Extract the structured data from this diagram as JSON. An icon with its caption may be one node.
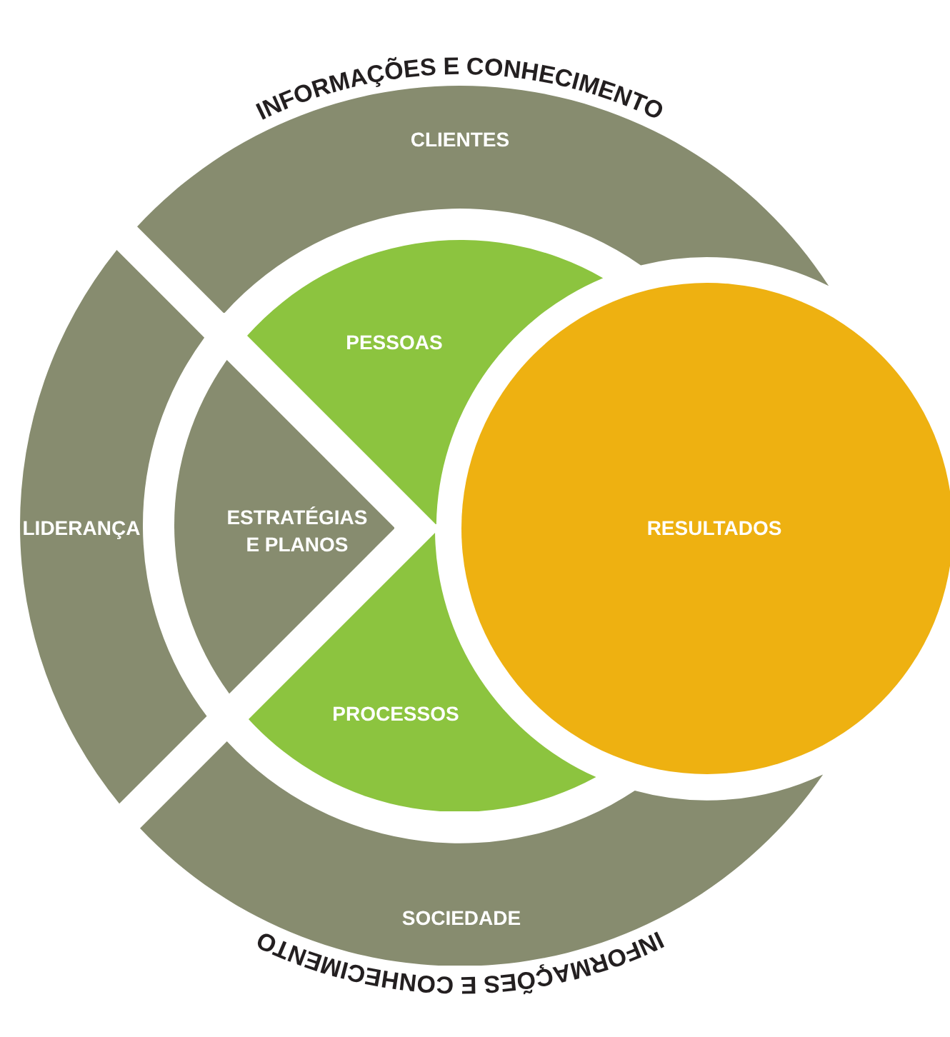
{
  "diagram": {
    "nodes": [
      {
        "text": [
          "CLIENTES"
        ]
      },
      {
        "text": [
          "PESSOAS"
        ]
      },
      {
        "text": [
          "LIDERANÇA"
        ]
      },
      {
        "text": [
          "ESTRATÉGIAS E PLANOS"
        ]
      },
      {
        "text": [
          "RESULTADOS"
        ]
      },
      {
        "text": [
          "PROCESSOS"
        ]
      },
      {
        "text": [
          "SOCIEDADE"
        ]
      }
    ],
    "labels": [
      "INFORMAÇÕES E CONHECIMENTO",
      "INFORMAÇÕES E CONHECIMENTO"
    ]
  }
}
